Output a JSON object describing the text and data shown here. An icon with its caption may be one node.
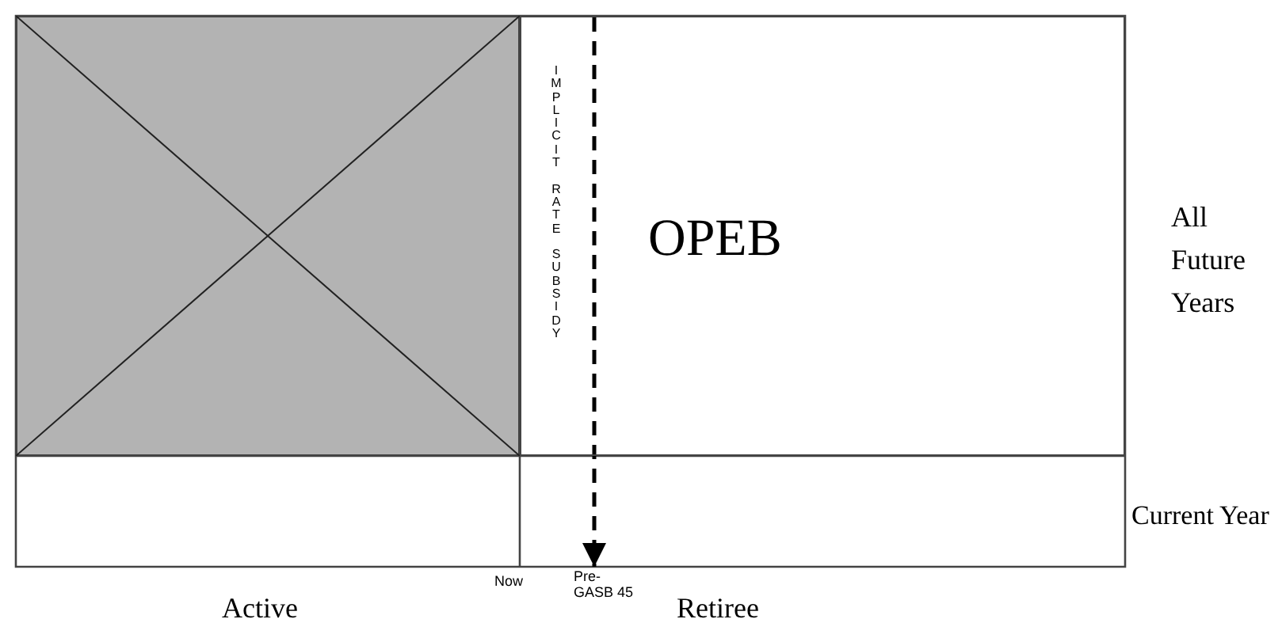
{
  "diagram": {
    "nodes": [
      {
        "text": [],
        "shape": "box"
      },
      {
        "text": [
          "IMPLICIT RATE SUBSIDY",
          "OPEB"
        ]
      },
      {
        "text": [
          "Pre- GASB 45"
        ]
      }
    ],
    "edges": [
      {
        "from": 1,
        "to": 2,
        "arrow": "to",
        "style": "dashed"
      }
    ],
    "labels": [
      "All Future Years",
      "Current Year",
      "Now",
      "Active",
      "Retiree"
    ]
  }
}
